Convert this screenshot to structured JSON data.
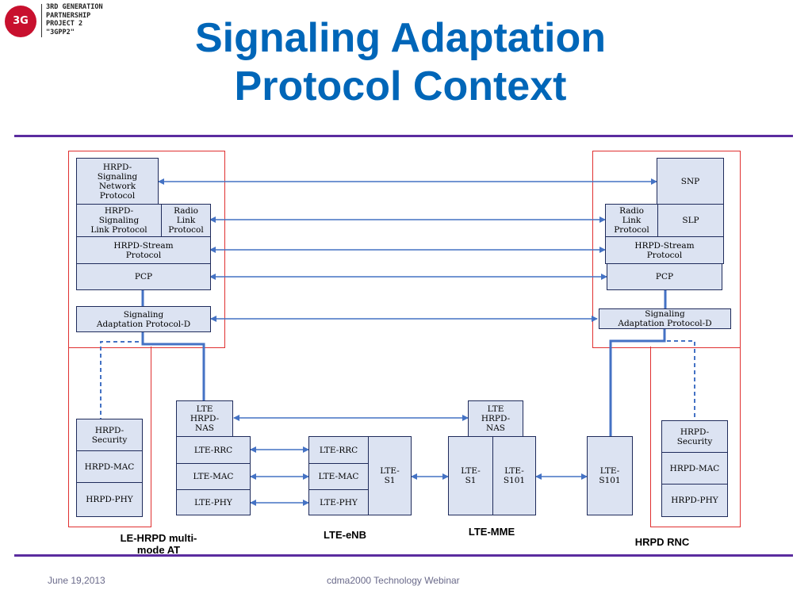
{
  "logo": {
    "badge": "3G",
    "lines": [
      "3rd Generation",
      "Partnership",
      "Project 2",
      "\"3GPP2\""
    ]
  },
  "title": {
    "line1": "Signaling Adaptation",
    "line2": "Protocol Context"
  },
  "diagram": {
    "left": {
      "hrpd_snp": "HRPD-\nSignaling\nNetwork\nProtocol",
      "hrpd_slp": "HRPD-\nSignaling\nLink Protocol",
      "radio_link": "Radio\nLink\nProtocol",
      "stream": "HRPD-Stream\nProtocol",
      "pcp": "PCP",
      "sap": "Signaling\nAdaptation Protocol-D",
      "security": "HRPD-\nSecurity",
      "mac": "HRPD-MAC",
      "phy": "HRPD-PHY",
      "lte_nas": "LTE\nHRPD-\nNAS",
      "lte_rrc": "LTE-RRC",
      "lte_mac": "LTE-MAC",
      "lte_phy": "LTE-PHY",
      "caption": "LE-HRPD multi-\nmode AT"
    },
    "enb": {
      "lte_rrc": "LTE-RRC",
      "lte_mac": "LTE-MAC",
      "lte_phy": "LTE-PHY",
      "lte_s1": "LTE-\nS1",
      "caption": "LTE-eNB"
    },
    "mme": {
      "lte_nas": "LTE\nHRPD-\nNAS",
      "lte_s1": "LTE-\nS1",
      "lte_s101": "LTE-\nS101",
      "caption": "LTE-MME"
    },
    "rnc": {
      "lte_s101": "LTE-\nS101",
      "snp": "SNP",
      "radio_link": "Radio\nLink\nProtocol",
      "slp": "SLP",
      "stream": "HRPD-Stream\nProtocol",
      "pcp": "PCP",
      "sap": "Signaling\nAdaptation Protocol-D",
      "security": "HRPD-\nSecurity",
      "mac": "HRPD-MAC",
      "phy": "HRPD-PHY",
      "caption": "HRPD RNC"
    }
  },
  "footer": {
    "date": "June 19,2013",
    "center": "cdma2000 Technology Webinar"
  },
  "colors": {
    "title": "#0066b8",
    "rule": "#5b2c9f",
    "box_fill": "#dce3f2",
    "box_border": "#1f2b5b",
    "link": "#4472c4",
    "frame": "#e03030"
  }
}
